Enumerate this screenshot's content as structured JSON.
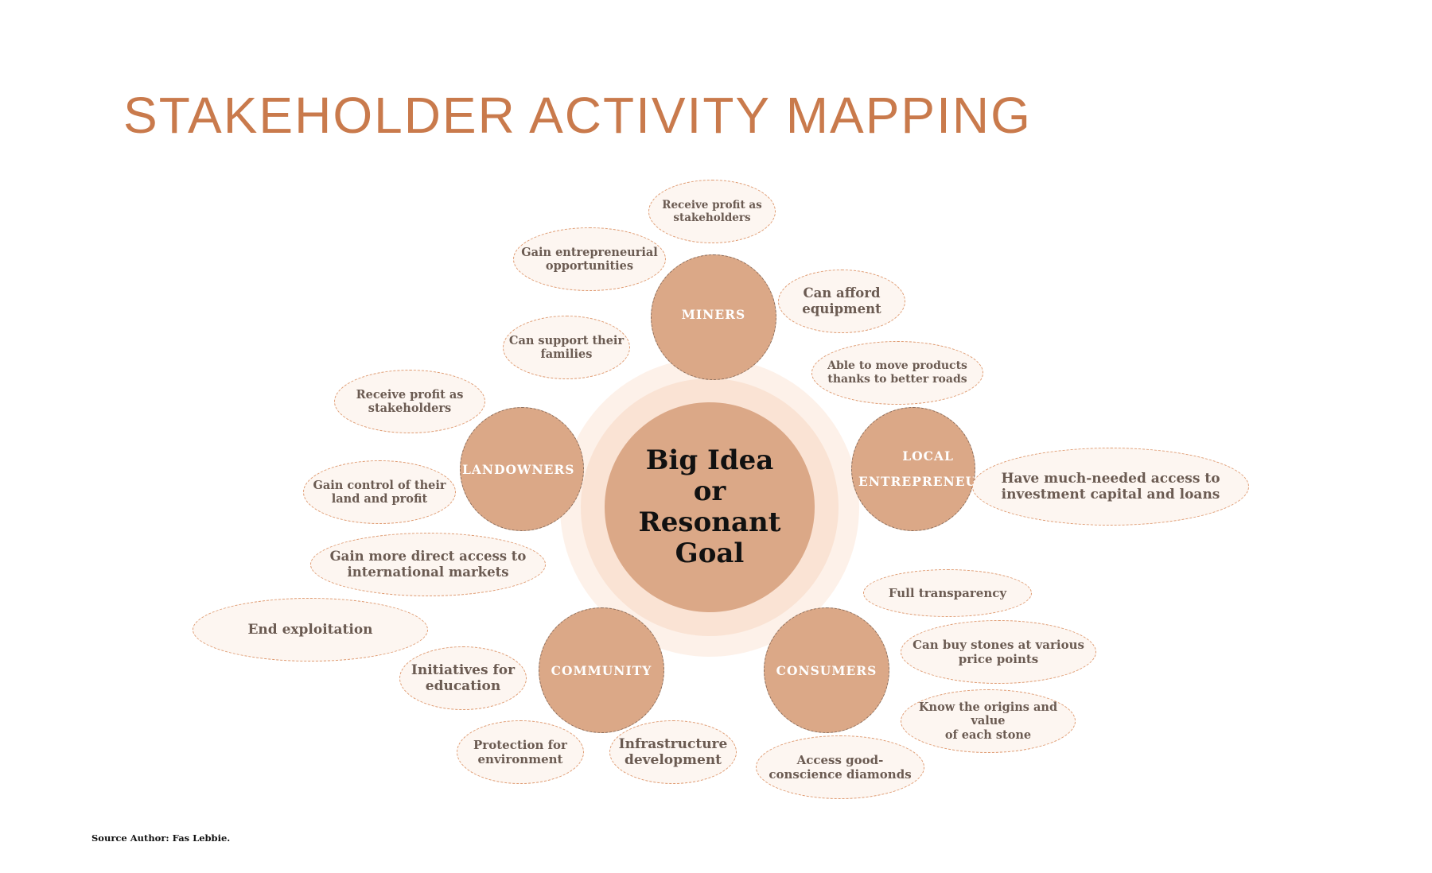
{
  "title": "STAKEHOLDER ACTIVITY MAPPING",
  "center": {
    "label": "Big Idea\nor\nResonant\nGoal"
  },
  "stakeholders": {
    "miners": "MINERS",
    "landowners": "LANDOWNERS",
    "local_entrepreneurs": "LOCAL\nENTREPRENEURS",
    "community": "COMMUNITY",
    "consumers": "CONSUMERS"
  },
  "activities": {
    "miners_profit": "Receive profit as\nstakeholders",
    "miners_entrepreneurial": "Gain entrepreneurial\nopportunities",
    "miners_equipment": "Can afford\nequipment",
    "miners_families": "Can support their\nfamilies",
    "entre_roads": "Able to move products\nthanks to better roads",
    "entre_capital": "Have much-needed access to\ninvestment capital and loans",
    "land_profit": "Receive profit as\nstakeholders",
    "land_control": "Gain control of their\nland and profit",
    "land_markets": "Gain more direct access to\ninternational markets",
    "comm_exploitation": "End exploitation",
    "comm_education": "Initiatives for\neducation",
    "comm_environment": "Protection for\nenvironment",
    "comm_infrastructure": "Infrastructure\ndevelopment",
    "cons_transparency": "Full transparency",
    "cons_price": "Can buy stones at various\nprice points",
    "cons_origins": "Know the origins and value\nof each stone",
    "cons_diamonds": "Access good-\nconscience diamonds"
  },
  "source": "Source Author: Fas Lebbie.",
  "colors": {
    "title": "#c97a4c",
    "stakeholder_fill": "#dba887",
    "bubble_fill": "#fdf6f1",
    "bubble_border": "#df9a70",
    "halo_outer": "#fdf1e9",
    "halo_inner": "#fae3d4"
  }
}
